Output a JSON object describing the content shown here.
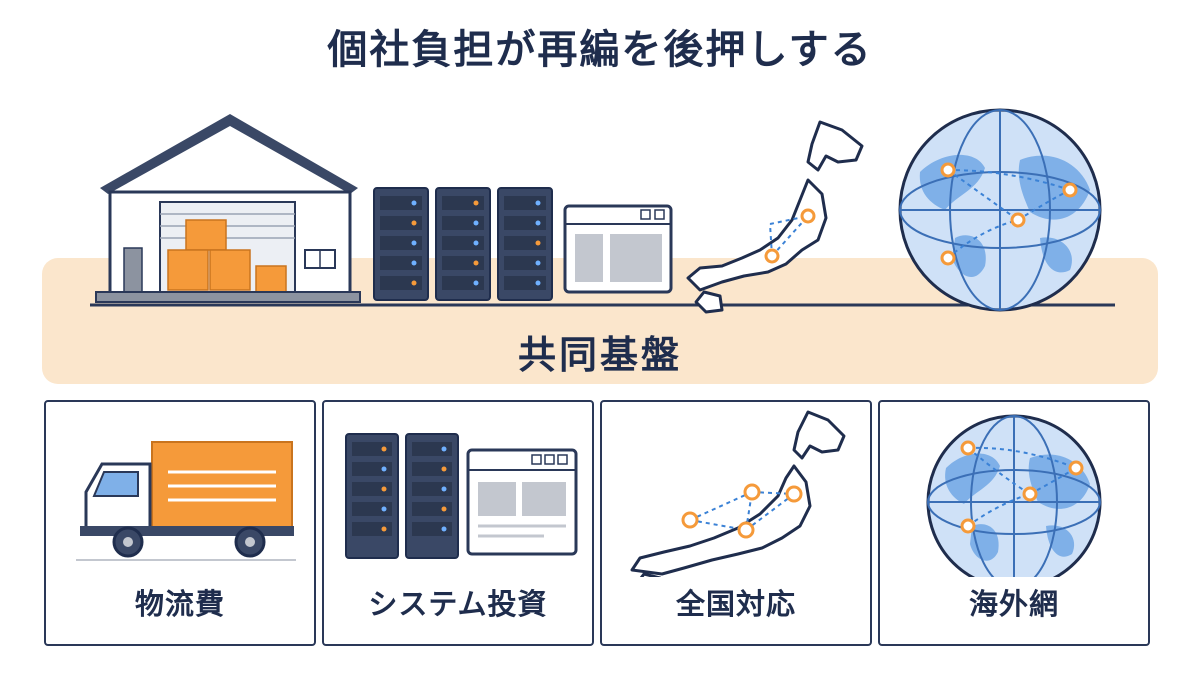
{
  "title": "個社負担が再編を後押しする",
  "foundation": {
    "label": "共同基盤"
  },
  "cards": [
    {
      "label": "物流費",
      "icon": "truck-icon"
    },
    {
      "label": "システム投資",
      "icon": "server-icon"
    },
    {
      "label": "全国対応",
      "icon": "japan-map-icon"
    },
    {
      "label": "海外網",
      "icon": "globe-icon"
    }
  ],
  "colors": {
    "navy": "#1f2d4d",
    "orange": "#f59a3a",
    "band": "#fbe6cc",
    "globe": "#cfe1f7",
    "land": "#7fb0e8"
  }
}
